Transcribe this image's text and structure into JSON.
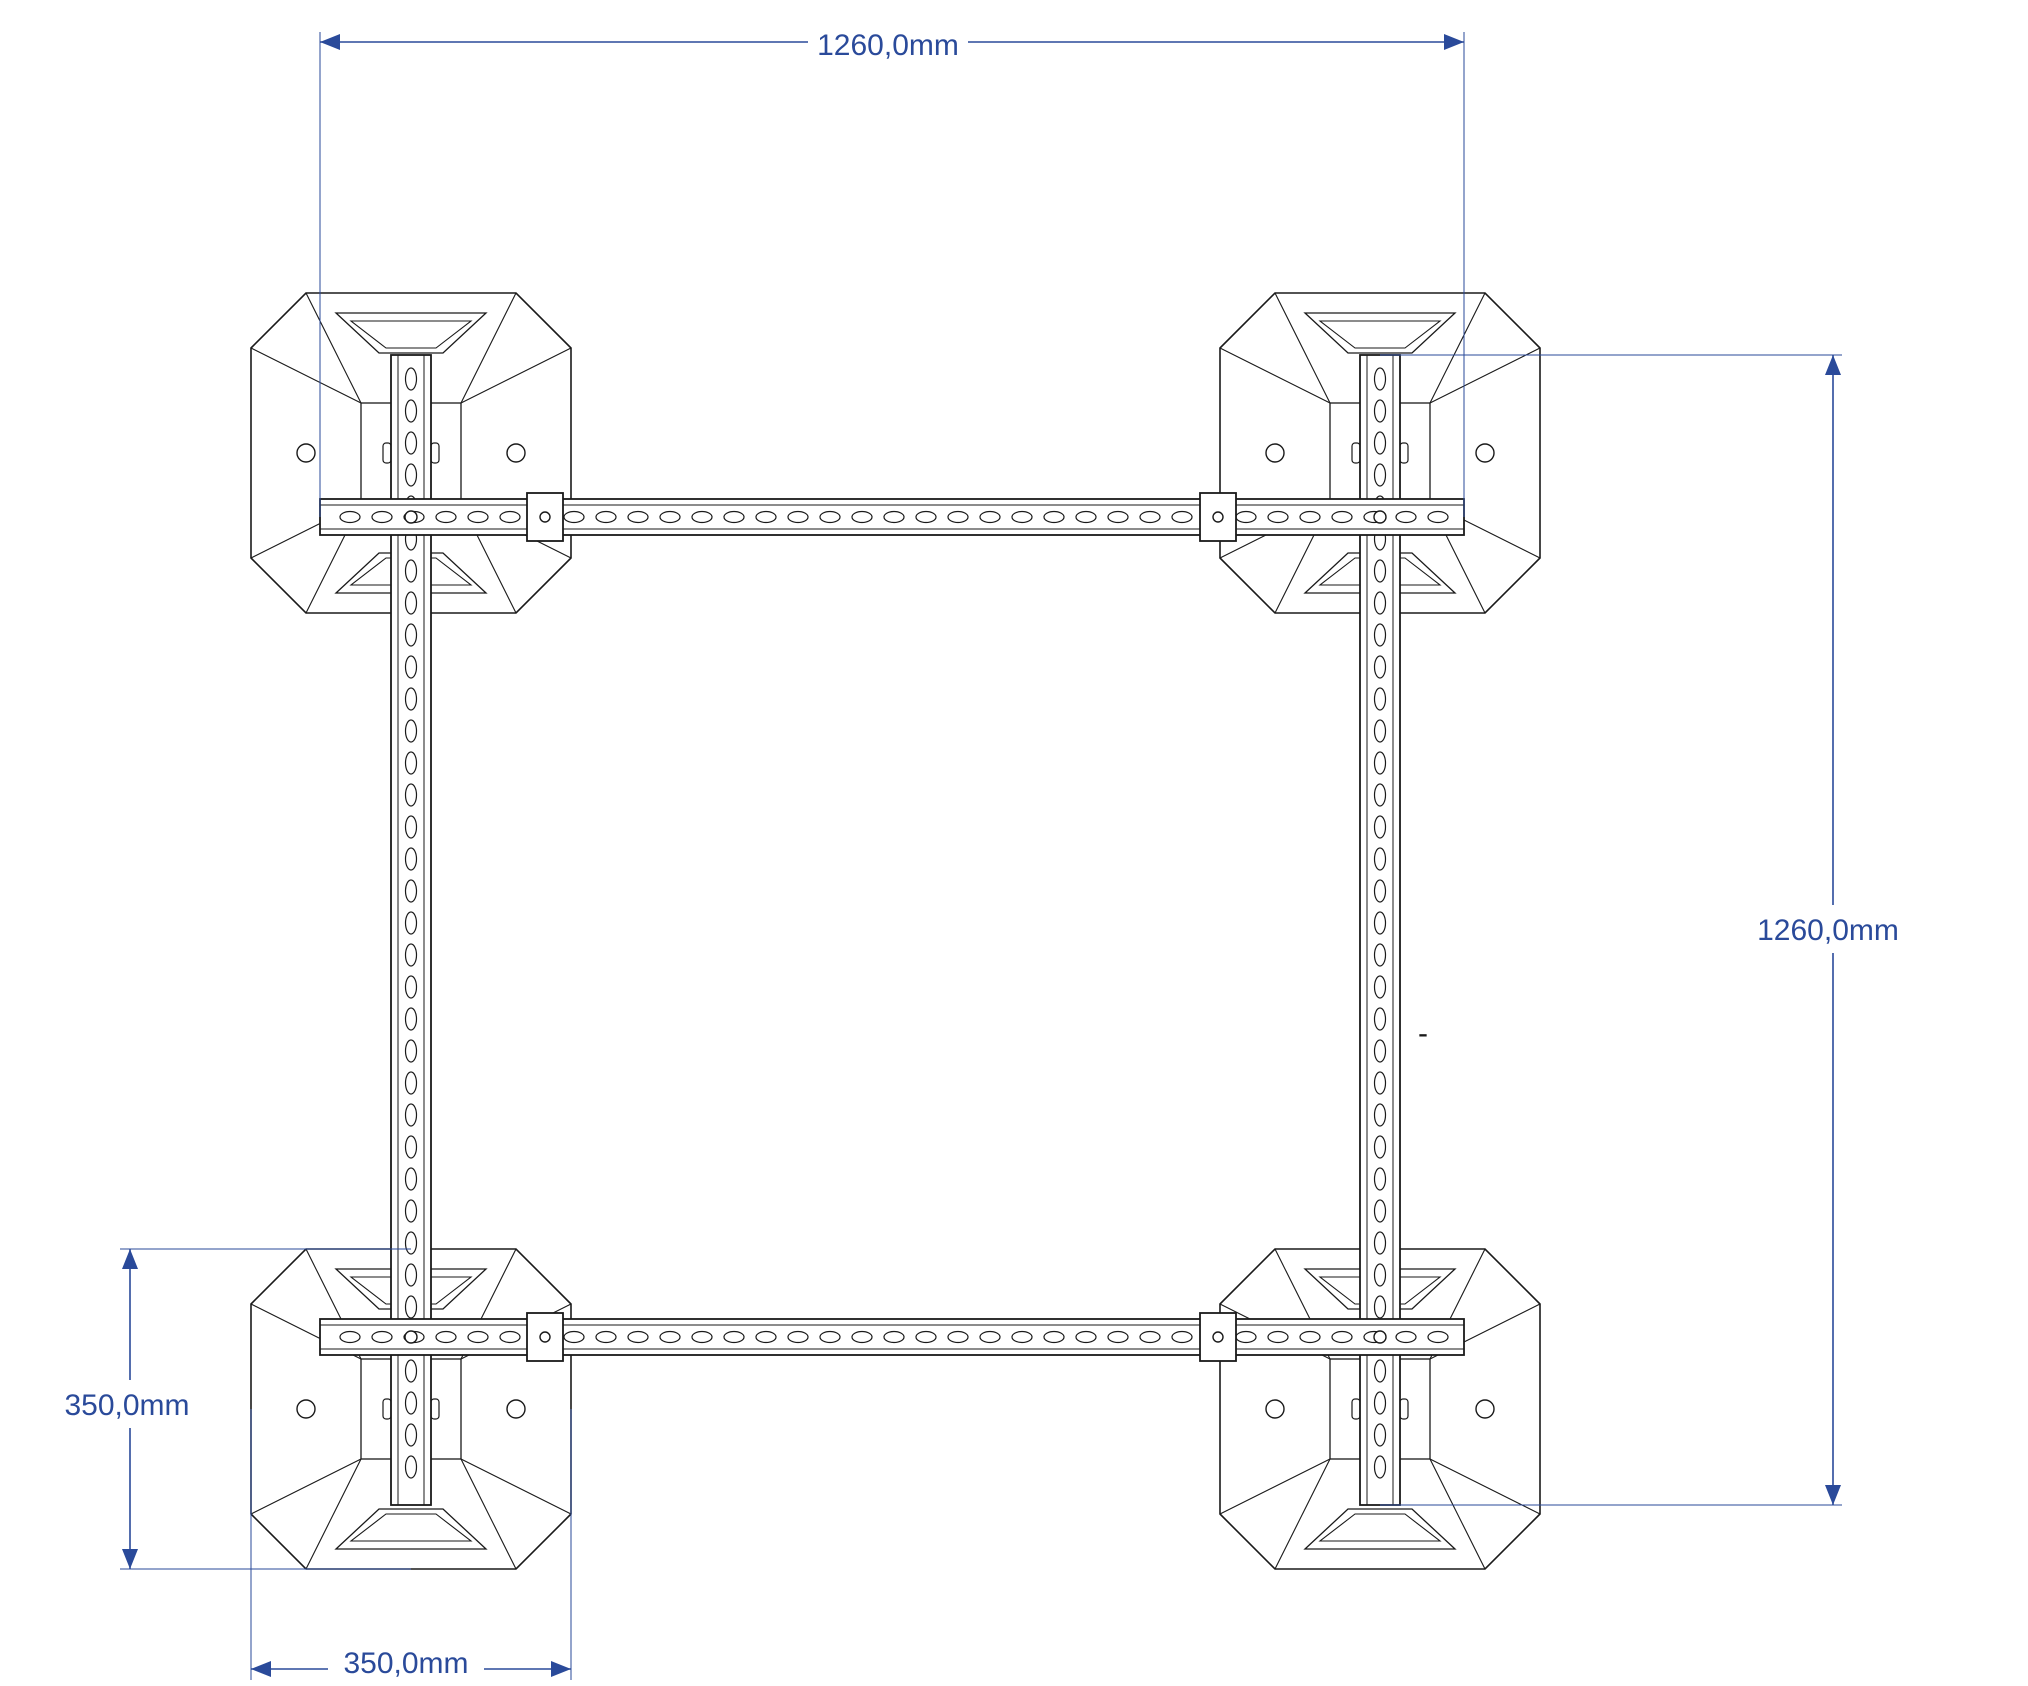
{
  "dimensions": {
    "top_width": "1260,0mm",
    "right_height": "1260,0mm",
    "left_height": "350,0mm",
    "bottom_width": "350,0mm"
  },
  "stray_mark": "-",
  "colors": {
    "dimension": "#2a4a9a",
    "line": "#1a1a1a",
    "background": "#ffffff"
  }
}
